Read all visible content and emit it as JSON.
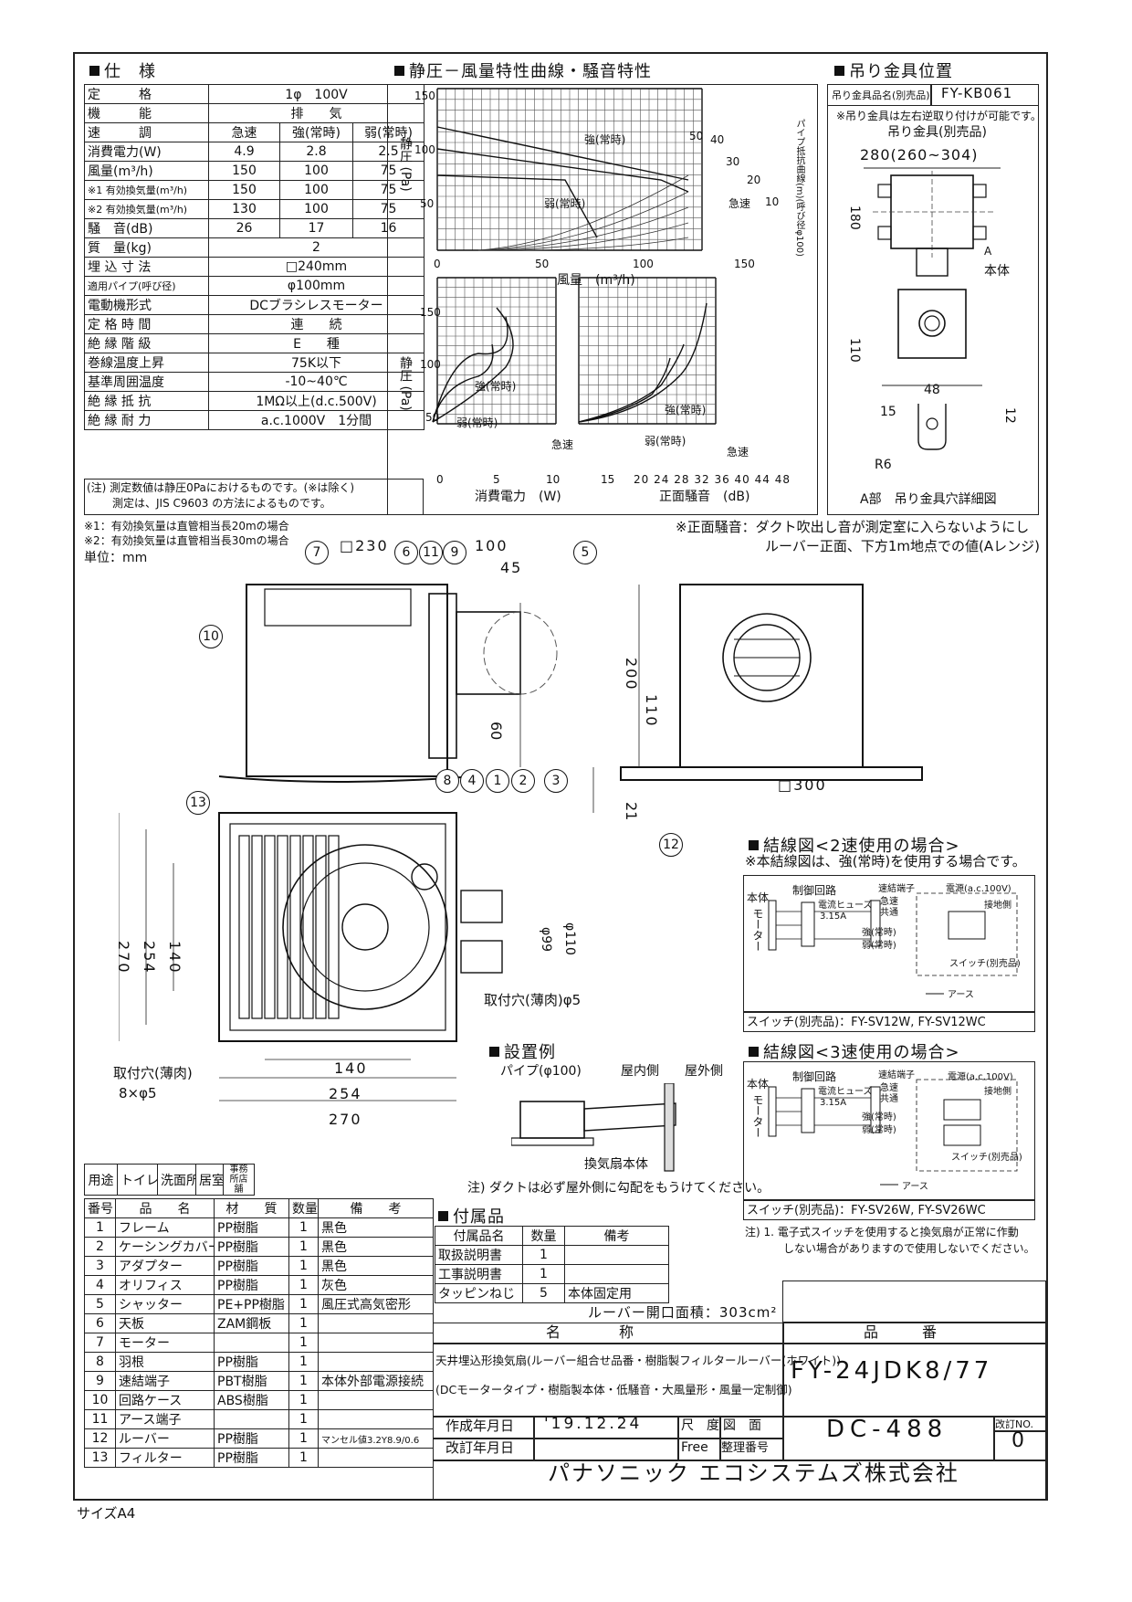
{
  "spec": {
    "title": "仕　様",
    "rows": [
      {
        "label": "定　　　格",
        "values": [
          "1φ　100V"
        ]
      },
      {
        "label": "機　　　能",
        "values": [
          "排　　気"
        ]
      },
      {
        "label": "速　　　調",
        "values": [
          "急速",
          "強(常時)",
          "弱(常時)"
        ]
      },
      {
        "label": "消費電力(W)",
        "values": [
          "4.9",
          "2.8",
          "2.5"
        ]
      },
      {
        "label": "風量(m³/h)",
        "values": [
          "150",
          "100",
          "75"
        ]
      },
      {
        "label": "※1 有効換気量(m³/h)",
        "values": [
          "150",
          "100",
          "75"
        ]
      },
      {
        "label": "※2 有効換気量(m³/h)",
        "values": [
          "130",
          "100",
          "75"
        ]
      },
      {
        "label": "騒　音(dB)",
        "values": [
          "26",
          "17",
          "16"
        ]
      },
      {
        "label": "質　量(kg)",
        "values": [
          "2"
        ]
      },
      {
        "label": "埋 込 寸 法",
        "values": [
          "□240mm"
        ]
      },
      {
        "label": "適用パイプ(呼び径)",
        "values": [
          "φ100mm"
        ]
      },
      {
        "label": "電動機形式",
        "values": [
          "DCブラシレスモーター"
        ]
      },
      {
        "label": "定 格 時 間",
        "values": [
          "連　　続"
        ]
      },
      {
        "label": "絶 縁 階 級",
        "values": [
          "E　　種"
        ]
      },
      {
        "label": "巻線温度上昇",
        "values": [
          "75K以下"
        ]
      },
      {
        "label": "基準周囲温度",
        "values": [
          "-10~40℃"
        ]
      },
      {
        "label": "絶 縁 抵 抗",
        "values": [
          "1MΩ以上(d.c.500V)"
        ]
      },
      {
        "label": "絶 縁 耐 力",
        "values": [
          "a.c.1000V　1分間"
        ]
      }
    ],
    "note1": "(注) 測定数値は静圧0Paにおけるものです。(※は除く)",
    "note2": "測定は、JIS C9603 の方法によるものです。",
    "foot1": "※1：有効換気量は直管相当長20mの場合",
    "foot2": "※2：有効換気量は直管相当長30mの場合",
    "unit": "単位：mm"
  },
  "curves": {
    "title": "静圧－風量特性曲線・騒音特性",
    "top_ylabel": "静圧 (Pa)",
    "top_xlabel": "風量　(m³/h)",
    "right_label": "パイプ抵抗曲線(m)(呼び径φ100)",
    "top_x_ticks": [
      "0",
      "50",
      "100",
      "150"
    ],
    "top_y_ticks": [
      "150",
      "100",
      "50"
    ],
    "pipe_labels": [
      "50",
      "40",
      "30",
      "20",
      "10"
    ],
    "top_curve_labels": [
      "強(常時)",
      "弱(常時)",
      "急速"
    ],
    "bl_ylabel": "静圧 (Pa)",
    "bl_xlabel": "消費電力　(W)",
    "bl_x_ticks": [
      "0",
      "5",
      "10",
      "15"
    ],
    "bl_y_ticks": [
      "150",
      "100",
      "50"
    ],
    "bl_curve_labels": [
      "強(常時)",
      "弱(常時)",
      "急速"
    ],
    "br_xlabel": "正面騒音　(dB)",
    "br_x_ticks": [
      "20",
      "24",
      "28",
      "32",
      "36",
      "40",
      "44",
      "48"
    ],
    "br_curve_labels": [
      "強(常時)",
      "弱(常時)",
      "急速"
    ]
  },
  "hanger": {
    "title": "吊り金具位置",
    "row_label": "吊り金具品名(別売品)",
    "row_value": "FY-KB061",
    "note": "※吊り金具は左右逆取り付けが可能です。",
    "fixture": "吊り金具(別売品)",
    "dim_w": "280(260~304)",
    "dim_h": "180",
    "label_a": "A",
    "label_body": "本体",
    "dim_110": "110",
    "dim_48": "48",
    "dim_15": "15",
    "dim_12": "12",
    "dim_r6": "R6",
    "caption": "A部　吊り金具穴詳細図"
  },
  "drawing": {
    "note1": "※正面騒音：ダクト吹出し音が測定室に入らないようにし",
    "note2": "ルーバー正面、下方1m地点での値(Aレンジ)",
    "side_dims": {
      "d230": "□230",
      "d100": "100",
      "d45": "45",
      "d60": "60",
      "d200": "200",
      "d110": "110",
      "d300": "□300",
      "d21": "21"
    },
    "callouts": [
      "7",
      "6",
      "11",
      "9",
      "5",
      "10",
      "13",
      "8",
      "4",
      "1",
      "2",
      "3",
      "12"
    ],
    "bottom_dims": {
      "d270": "270",
      "d254": "254",
      "d140": "140",
      "d99": "φ99",
      "d110": "φ110",
      "w140": "140",
      "w254": "254",
      "w270": "270"
    },
    "hole1": "取付穴(薄肉)φ5",
    "hole2a": "取付穴(薄肉)",
    "hole2b": "8×φ5"
  },
  "wiring2": {
    "title": "結線図<2速使用の場合>",
    "note": "※本結線図は、強(常時)を使用する場合です。",
    "switch": "スイッチ(別売品)：FY-SV12W, FY-SV12WC",
    "labels": {
      "body": "本体",
      "motor": "モーター",
      "circuit": "制御回路",
      "fuse": "電流ヒューズ",
      "fuse_val": "3.15A",
      "terminal": "速結端子",
      "fast": "急速",
      "common": "共通",
      "strong": "強(常時)",
      "weak": "弱(常時)",
      "power": "電源(a.c.100V)",
      "ground_side": "接地側",
      "sw": "スイッチ(別売品)",
      "earth": "アース"
    }
  },
  "wiring3": {
    "title": "結線図<3速使用の場合>",
    "switch": "スイッチ(別売品)：FY-SV26W, FY-SV26WC",
    "note1": "注) 1. 電子式スイッチを使用すると換気扇が正常に作動",
    "note2": "しない場合がありますので使用しないでください。",
    "labels": {
      "body": "本体",
      "motor": "モーター",
      "circuit": "制御回路",
      "fuse": "電流ヒューズ",
      "fuse_val": "3.15A",
      "terminal": "速結端子",
      "fast": "急速",
      "common": "共通",
      "strong": "強(常時)",
      "weak": "弱(常時)",
      "power": "電源(a.c.100V)",
      "ground_side": "接地側",
      "sw": "スイッチ(別売品)",
      "earth": "アース"
    }
  },
  "install": {
    "title": "設置例",
    "pipe": "パイプ(φ100)",
    "inside": "屋内側",
    "outside": "屋外側",
    "body": "換気扇本体",
    "note": "注) ダクトは必ず屋外側に勾配をもうけてください。"
  },
  "usage": {
    "label": "用途",
    "items": [
      "トイレ",
      "洗面所",
      "居室",
      "事務所店舗"
    ]
  },
  "parts": {
    "headers": [
      "番号",
      "品　　名",
      "材　　質",
      "数量",
      "備　　考"
    ],
    "rows": [
      [
        "1",
        "フレーム",
        "PP樹脂",
        "1",
        "黒色"
      ],
      [
        "2",
        "ケーシングカバー",
        "PP樹脂",
        "1",
        "黒色"
      ],
      [
        "3",
        "アダプター",
        "PP樹脂",
        "1",
        "黒色"
      ],
      [
        "4",
        "オリフィス",
        "PP樹脂",
        "1",
        "灰色"
      ],
      [
        "5",
        "シャッター",
        "PE+PP樹脂",
        "1",
        "風圧式高気密形"
      ],
      [
        "6",
        "天板",
        "ZAM鋼板",
        "1",
        ""
      ],
      [
        "7",
        "モーター",
        "",
        "1",
        ""
      ],
      [
        "8",
        "羽根",
        "PP樹脂",
        "1",
        ""
      ],
      [
        "9",
        "速結端子",
        "PBT樹脂",
        "1",
        "本体外部電源接続"
      ],
      [
        "10",
        "回路ケース",
        "ABS樹脂",
        "1",
        ""
      ],
      [
        "11",
        "アース端子",
        "",
        "1",
        ""
      ],
      [
        "12",
        "ルーバー",
        "PP樹脂",
        "1",
        "マンセル値3.2Y8.9/0.6"
      ],
      [
        "13",
        "フィルター",
        "PP樹脂",
        "1",
        ""
      ]
    ]
  },
  "accessories": {
    "title": "付属品",
    "headers": [
      "付属品名",
      "数量",
      "備考"
    ],
    "rows": [
      [
        "取扱説明書",
        "1",
        ""
      ],
      [
        "工事説明書",
        "1",
        ""
      ],
      [
        "タッピンねじ",
        "5",
        "本体固定用"
      ]
    ],
    "louver": "ルーバー開口面積：303cm²"
  },
  "titleblock": {
    "name_label": "名　　　　称",
    "part_label": "品　　　番",
    "name1": "天井埋込形換気扇(ルーバー組合せ品番・樹脂製フィルタールーバー(ホワイト))",
    "name2": "(DCモータータイプ・樹脂製本体・低騒音・大風量形・風量一定制御)",
    "part_no": "FY-24JDK8/77",
    "made_label": "作成年月日",
    "made_date": "'19.12.24",
    "revised_label": "改訂年月日",
    "scale_label": "尺　度",
    "scale_value": "Free",
    "drawing_label": "図　面",
    "ref_label": "整理番号",
    "drawing_no": "DC-488",
    "rev_label": "改訂NO.",
    "rev_no": "0",
    "company": "パナソニック エコシステムズ株式会社"
  },
  "size": "サイズA4"
}
